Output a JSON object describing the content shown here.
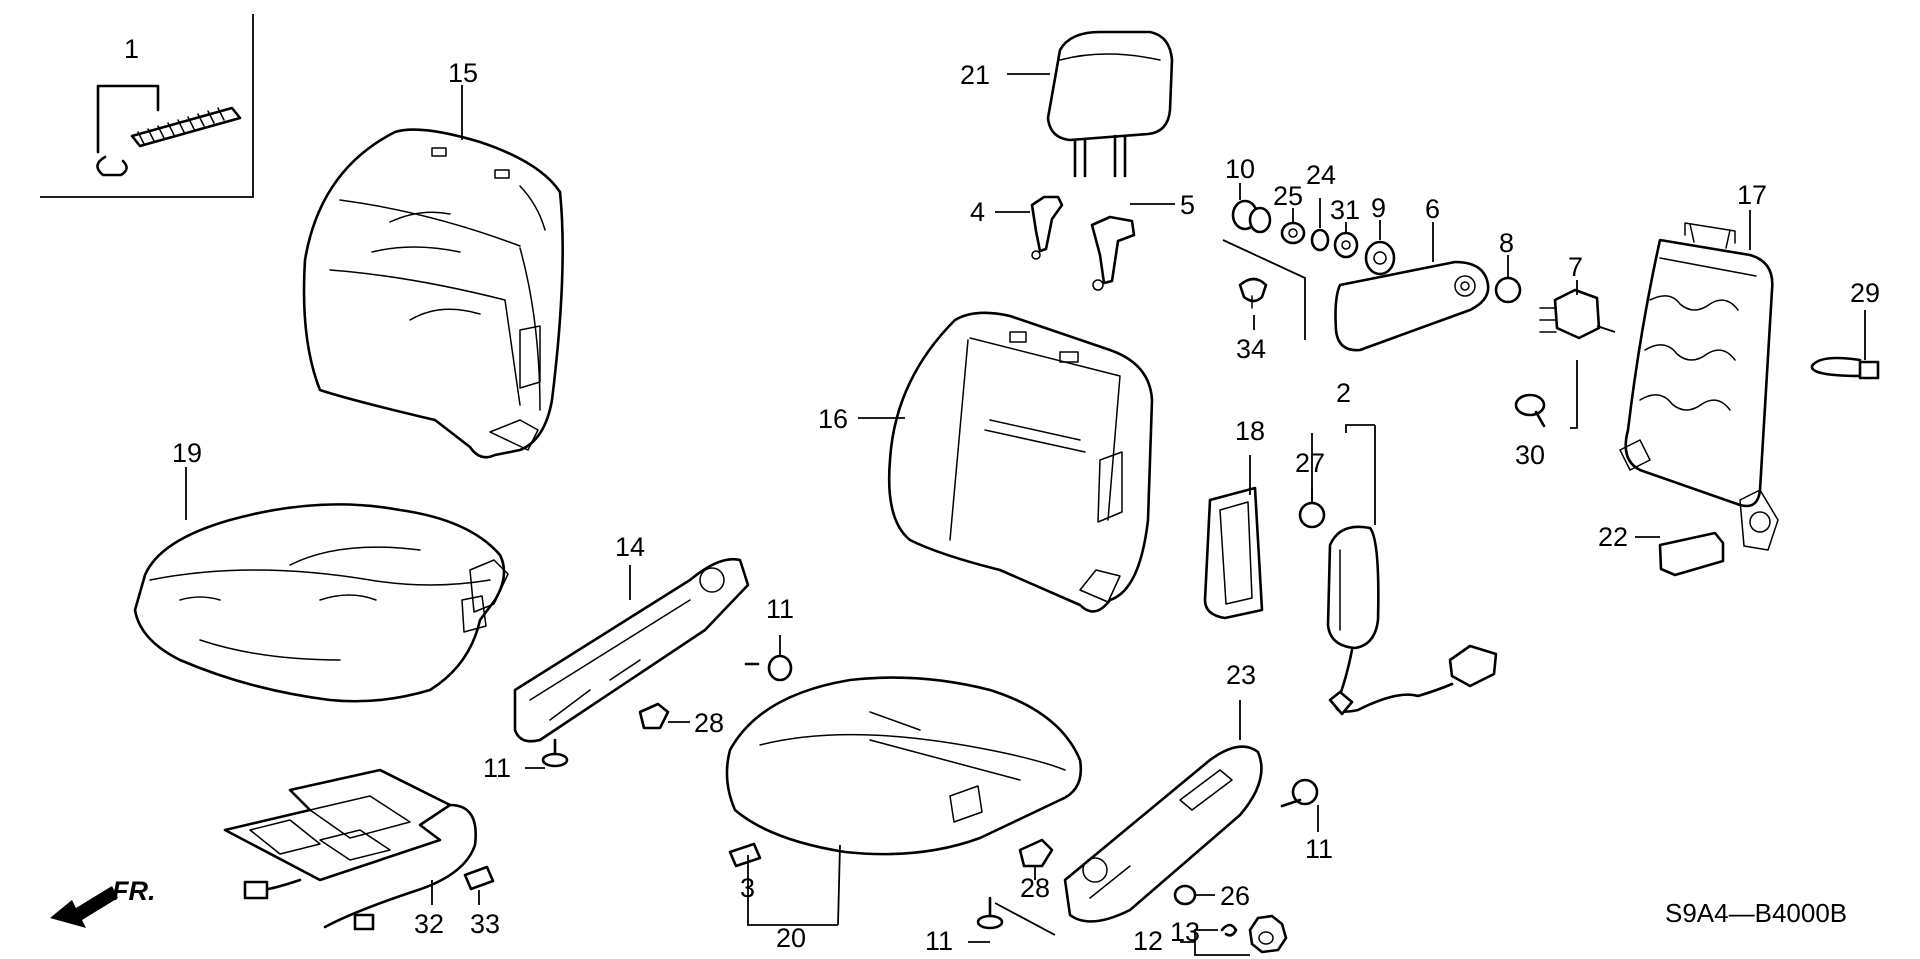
{
  "diagram": {
    "code": "S9A4—B4000B",
    "direction_label": "FR.",
    "callouts": {
      "c1": "1",
      "c2": "2",
      "c3": "3",
      "c4": "4",
      "c5": "5",
      "c6": "6",
      "c7": "7",
      "c8": "8",
      "c9": "9",
      "c10": "10",
      "c11a": "11",
      "c11b": "11",
      "c11c": "11",
      "c11d": "11",
      "c12": "12",
      "c13": "13",
      "c14": "14",
      "c15": "15",
      "c16": "16",
      "c17": "17",
      "c18": "18",
      "c19": "19",
      "c20": "20",
      "c21": "21",
      "c22": "22",
      "c23": "23",
      "c24": "24",
      "c25": "25",
      "c26": "26",
      "c27": "27",
      "c28a": "28",
      "c28b": "28",
      "c29": "29",
      "c30": "30",
      "c31": "31",
      "c32": "32",
      "c33": "33",
      "c34": "34"
    }
  }
}
